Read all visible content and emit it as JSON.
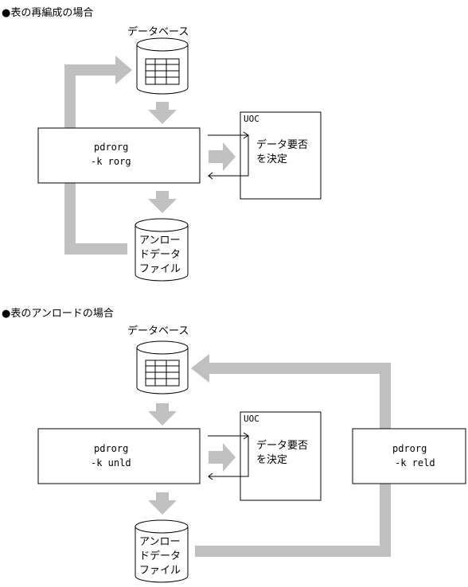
{
  "section1": {
    "heading": "●表の再編成の場合",
    "db_label": "データベース",
    "process_line1": "pdrorg",
    "process_line2": "-k rorg",
    "uoc_title": "UOC",
    "uoc_line1": "データ要否",
    "uoc_line2": "を決定",
    "file_line1": "アンロー",
    "file_line2": "ドデータ",
    "file_line3": "ファイル"
  },
  "section2": {
    "heading": "●表のアンロードの場合",
    "db_label": "データベース",
    "process_line1": "pdrorg",
    "process_line2": "-k unld",
    "uoc_title": "UOC",
    "uoc_line1": "データ要否",
    "uoc_line2": "を決定",
    "file_line1": "アンロー",
    "file_line2": "ドデータ",
    "file_line3": "ファイル",
    "reload_line1": "pdrorg",
    "reload_line2": "-k reld"
  },
  "colors": {
    "arrow": "#c0c0c0",
    "line": "#000000"
  }
}
